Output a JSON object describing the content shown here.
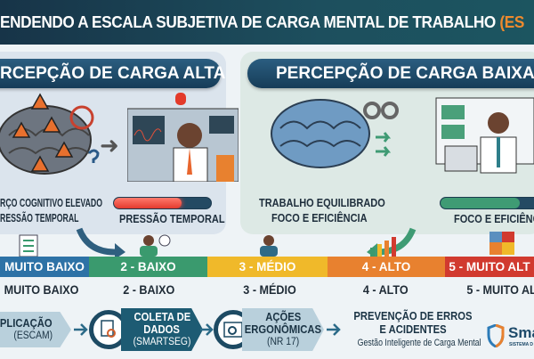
{
  "header": {
    "title": "ENDENDO A ESCALA SUBJETIVA DE CARGA MENTAL DE TRABALHO ",
    "title_accent": "(ES"
  },
  "colors": {
    "header": "#1b4250",
    "accent": "#ee8a2e",
    "high_bar": "#e8453c",
    "low_bar": "#3f9b74"
  },
  "left_panel": {
    "title": "PERCEPÇÃO DE CARGA ALTA",
    "caption_line1": "RÇO COGNITIVO ELEVADO",
    "caption_line2": "RESSÃO TEMPORAL",
    "bar_label": "PRESSÃO TEMPORAL",
    "bar_fill_percent": 70,
    "icons": [
      "brain-warning-icon",
      "stressed-worker-icon"
    ]
  },
  "right_panel": {
    "title": "PERCEPÇÃO DE CARGA BAIXA",
    "caption_line1": "TRABALHO EQUILIBRADO",
    "caption_line2": "FOCO E EFICIÊNCIA",
    "bar_label": "FOCO E EFICIÊNC",
    "bar_fill_percent": 75,
    "icons": [
      "brain-gears-icon",
      "calm-worker-icon"
    ]
  },
  "scale": {
    "segments": [
      {
        "label": "MUITO BAIXO",
        "color": "#2d72a6"
      },
      {
        "label": "2 - BAIXO",
        "color": "#3a9a6e"
      },
      {
        "label": "3 - MÉDIO",
        "color": "#f0b92a"
      },
      {
        "label": "4 - ALTO",
        "color": "#e8812f"
      },
      {
        "label": "5 - MUITO ALT",
        "color": "#d13a2f"
      }
    ],
    "labels": [
      "MUITO BAIXO",
      "2 - BAIXO",
      "3 - MÉDIO",
      "4 - ALTO",
      "5 - MUITO AL"
    ]
  },
  "flow": {
    "steps": [
      {
        "title": "APLICAÇÃO",
        "sub": "(ESCAM)"
      },
      {
        "title": "COLETA DE",
        "title2": "DADOS",
        "sub": "(SMARTSEG)"
      },
      {
        "title": "AÇÕES",
        "title2": "ERGONÔMICAS",
        "sub": "(NR 17)"
      }
    ],
    "result_line1": "PREVENÇÃO DE ERROS",
    "result_line2": "E ACIDENTES",
    "result_sub": "Gestão Inteligente de Carga Mental"
  },
  "logo": {
    "name": "Sma",
    "tagline": "SISTEMA D"
  }
}
